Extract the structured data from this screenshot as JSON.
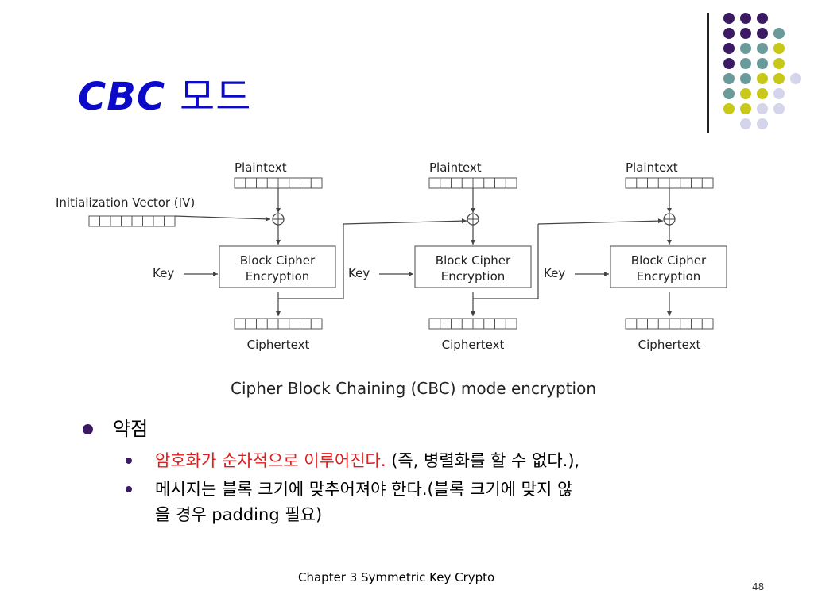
{
  "title": {
    "latin": "CBC",
    "korean": "모드"
  },
  "colors": {
    "title": "#0a0ac8",
    "purple": "#3b1a63",
    "teal": "#6a9a9a",
    "yellow": "#c8c81a",
    "lavender": "#d4d4ea",
    "red": "#e01c1c"
  },
  "decoration": {
    "dot_rows": [
      [
        "purple",
        "purple",
        "purple"
      ],
      [
        "purple",
        "purple",
        "purple",
        "teal"
      ],
      [
        "purple",
        "teal",
        "teal",
        "yellow"
      ],
      [
        "purple",
        "teal",
        "teal",
        "yellow"
      ],
      [
        "teal",
        "teal",
        "yellow",
        "yellow",
        "lavender"
      ],
      [
        "teal",
        "yellow",
        "yellow",
        "lavender"
      ],
      [
        "yellow",
        "yellow",
        "lavender",
        "lavender"
      ],
      [
        "lavender",
        "lavender"
      ]
    ]
  },
  "diagram": {
    "plaintext_label": "Plaintext",
    "ciphertext_label": "Ciphertext",
    "iv_label": "Initialization Vector (IV)",
    "key_label": "Key",
    "block_line1": "Block Cipher",
    "block_line2": "Encryption",
    "caption": "Cipher Block Chaining (CBC) mode encryption"
  },
  "bullets": {
    "item1": "약점",
    "sub1_red": "암호화가 순차적으로 이루어진다.",
    "sub1_rest": " (즉, 병렬화를 할 수 없다.),",
    "sub2_line1": "메시지는 블록 크기에 맞추어져야 한다.(블록 크기에 맞지 않",
    "sub2_line2": "을 경우 padding 필요)"
  },
  "footer": {
    "text": "Chapter 3   Symmetric Key Crypto",
    "page": "48"
  }
}
